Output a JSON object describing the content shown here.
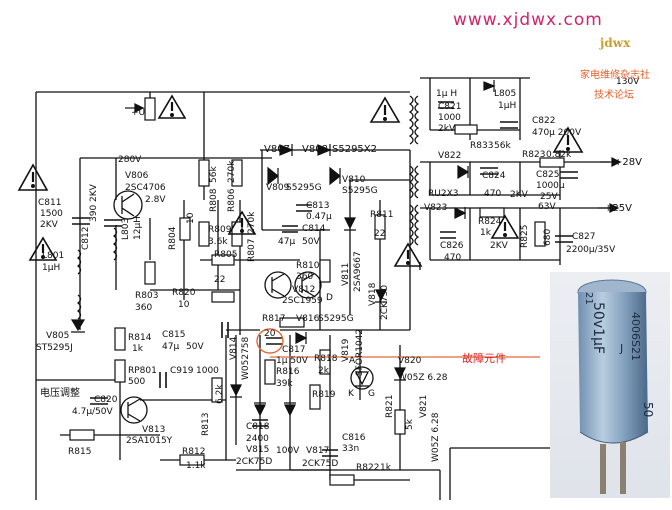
{
  "watermark": {
    "site": "www.xjdwx.com",
    "logo": "jdwx",
    "line1": "家电维修杂志社",
    "line2": "技术论坛"
  },
  "callout": {
    "label": "故障元件",
    "color": "#dd2222"
  },
  "photo": {
    "text_1": "50v1μF",
    "text_2": "4006S21",
    "text_3": "50",
    "text_4": "J",
    "text_5": "21"
  },
  "labels": {
    "u_plus": "+U",
    "c811": "C811",
    "c811_v1": "1500",
    "c811_v2": "2KV",
    "c812": "C812",
    "c812_v": "390 2KV",
    "v806": "V806",
    "v806_t": "2SC4706",
    "v806_v": "2.8V",
    "v280": "280V",
    "l801": "L801",
    "l801_v": "1μH",
    "l803": "L803",
    "l803_v": "12μH",
    "r803": "R803",
    "r803_v": "360",
    "r804": "R804",
    "r804_v": "10",
    "r808": "R808",
    "r808_v": "56k",
    "r806": "R806",
    "r806_v": "270k",
    "r809": "R809",
    "r809_v": "3.6k",
    "r805": "R805",
    "r805_v": "22",
    "r807": "R807",
    "r807_v": "270k",
    "r820": "R820",
    "r820_v": "10",
    "v807": "V807",
    "v808": "V808",
    "s5295_top": "S5295X2",
    "v809": "V809",
    "v809_t": "S5295G",
    "v810": "V810",
    "v810_t": "S5295G",
    "c813": "C813",
    "c813_v": "0.47μ",
    "c814": "C814",
    "c814_v1": "47μ",
    "c814_v2": "50V",
    "r810": "R810",
    "r810_v": "360",
    "v812": "V812",
    "v812_t": "2SC1959",
    "v811": "V811",
    "v811_t": "2SA9667",
    "r811": "R811",
    "r811_v": "22",
    "v818": "V818",
    "v818_t": "2CK750",
    "d_mark": "D",
    "r817": "R817",
    "v816": "V816",
    "v816_t": "S5295G",
    "c815": "C815",
    "c815_v1": "47μ",
    "c815_v2": "50V",
    "n20": "20",
    "c817": "C817",
    "c817_v": "1μ 50V",
    "v814": "V814",
    "v814_t": "W052758",
    "r816": "R816",
    "r816_v": "39k",
    "r818": "R818",
    "r818_v": "2k",
    "v819": "V819",
    "v819_t": "SFOR1042",
    "a_mark": "A",
    "k_mark": "K",
    "g_mark": "G",
    "v820": "V820",
    "v820_t": "W05Z 6.28",
    "r819": "R819",
    "r821": "R821",
    "r821_v": "5k",
    "v821": "V821",
    "v821_t": "W05Z 6.28",
    "v805": "V805",
    "v805_t": "ST5295J",
    "r814": "R814",
    "r814_v": "1k",
    "rp801": "RP801",
    "rp801_v": "500",
    "c919": "C919",
    "c919_v": "1000",
    "voltage_adj": "电压调整",
    "c820": "C820",
    "c820_v": "4.7μ/50V",
    "r815": "R815",
    "v813": "V813",
    "v813_t": "2SA1015Y",
    "r813": "R813",
    "r813_v": "6.2k",
    "r812": "R812",
    "r812_v": "1.1k",
    "v815": "V815",
    "v815_t": "2CK75D",
    "c818": "C818",
    "c818_v1": "2400",
    "c818_v2": "100V",
    "v817": "V817",
    "v817_t": "2CK75D",
    "c816": "C816",
    "c816_v": "33n",
    "r822": "R822",
    "r822_v": "1k",
    "l_1uh": "1μ H",
    "c821": "C821",
    "c821_v1": "1000",
    "c821_v2": "2kV",
    "l805": "L805",
    "l805_v": "1μH",
    "v130": "130V",
    "c822": "C822",
    "c822_v": "470μ 200V",
    "r833": "R833",
    "r833_v": "56k",
    "v822": "V822",
    "v822_t": "RU2X3",
    "c824": "C824",
    "c824_v": "470",
    "r823": "R823",
    "r823_v": "0.82k",
    "plus28": "+28V",
    "c825": "C825",
    "c825_v": "1000μ",
    "v2kv": "2KV",
    "v25v": "25V",
    "v823": "V823",
    "r824": "R824",
    "r824_v": "1k",
    "v63": "63V",
    "plus25": "+25V",
    "c826": "C826",
    "c826_v": "470",
    "v2kv_b": "2KV",
    "r825": "R825",
    "r825_v": "680",
    "c827": "C827",
    "c827_v": "2200μ/35V"
  }
}
